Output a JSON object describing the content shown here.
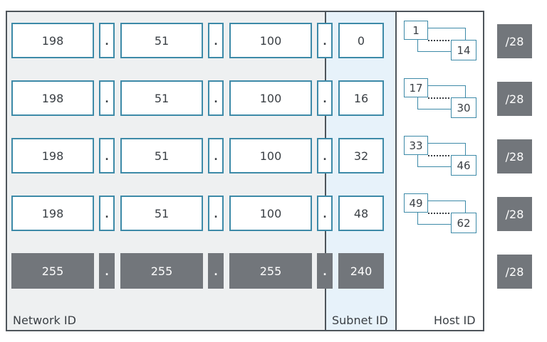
{
  "rows": [
    {
      "octets": [
        "198",
        "51",
        "100",
        "0"
      ],
      "host_first": "1",
      "host_last": "14",
      "prefix": "/28"
    },
    {
      "octets": [
        "198",
        "51",
        "100",
        "16"
      ],
      "host_first": "17",
      "host_last": "30",
      "prefix": "/28"
    },
    {
      "octets": [
        "198",
        "51",
        "100",
        "32"
      ],
      "host_first": "33",
      "host_last": "46",
      "prefix": "/28"
    },
    {
      "octets": [
        "198",
        "51",
        "100",
        "48"
      ],
      "host_first": "49",
      "host_last": "62",
      "prefix": "/28"
    }
  ],
  "mask": {
    "octets": [
      "255",
      "255",
      "255",
      "240"
    ],
    "prefix": "/28"
  },
  "separator": ".",
  "labels": {
    "network": "Network ID",
    "subnet": "Subnet ID",
    "host": "Host ID"
  },
  "colors": {
    "border_blue": "#3d8aa8",
    "mask_gray": "#72767b",
    "network_bg": "#eef0f1",
    "subnet_bg": "#e7f2fa",
    "frame": "#4e555b"
  }
}
